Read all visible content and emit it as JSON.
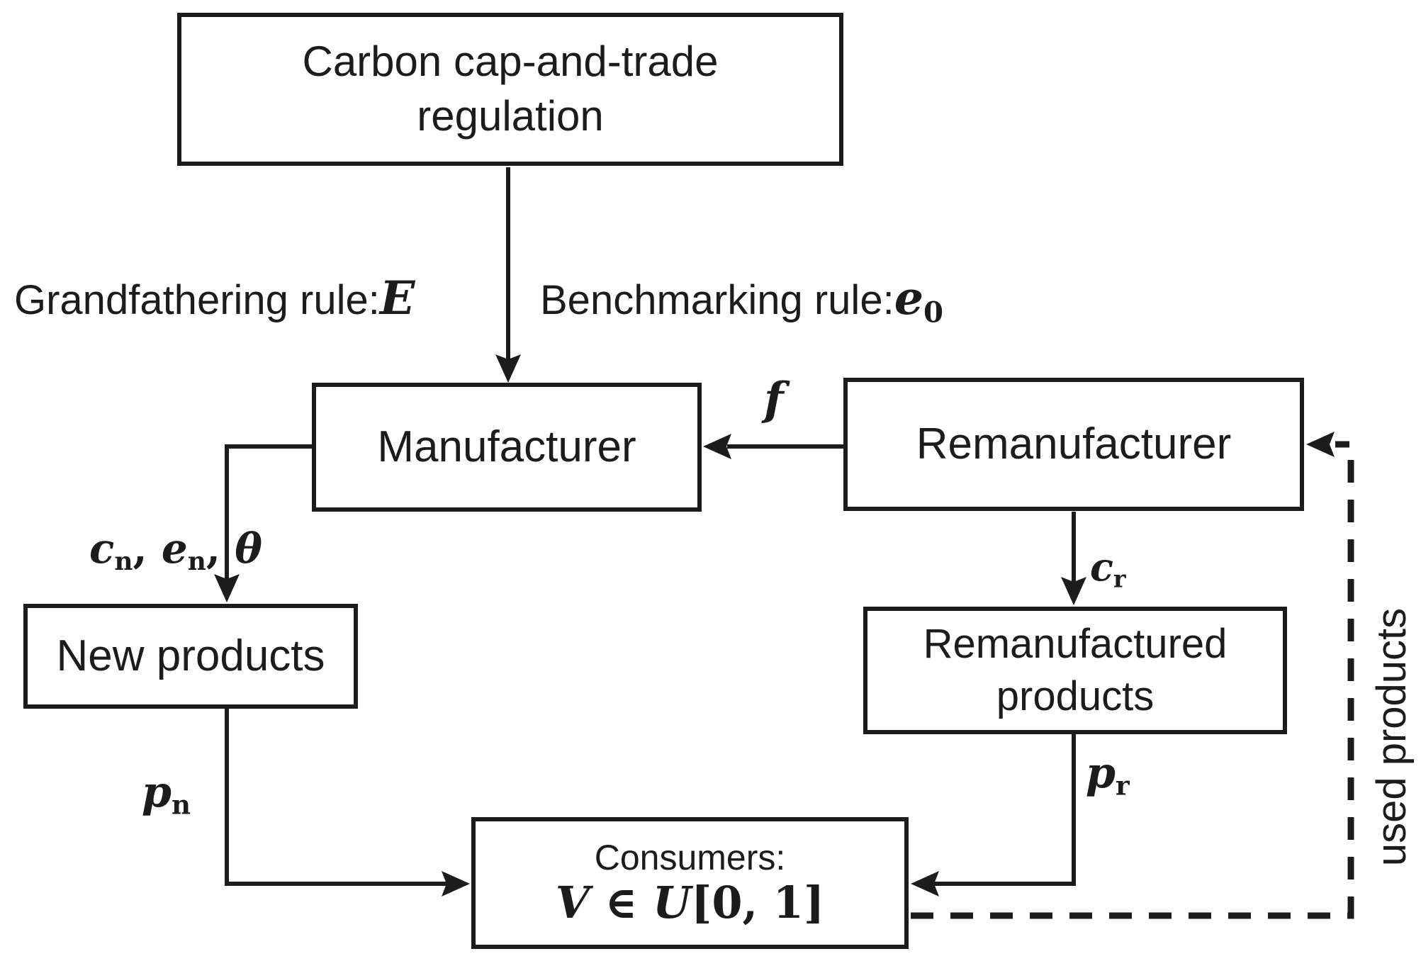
{
  "figure": {
    "title": "Carbon cap-and-trade closed-loop supply chain diagram",
    "nodes": {
      "regulation": {
        "line1": "Carbon cap-and-trade",
        "line2": "regulation"
      },
      "manufacturer": {
        "label": "Manufacturer"
      },
      "remanufacturer": {
        "label": "Remanufacturer"
      },
      "new_products": {
        "label": "New products"
      },
      "reman_products": {
        "line1": "Remanufactured",
        "line2": "products"
      },
      "consumers": {
        "line1": "Consumers:",
        "math": {
          "v": "V",
          "element_of": " ∈ ",
          "u": "U",
          "interval": "[0, 1]"
        }
      }
    },
    "edge_labels": {
      "grandfathering": {
        "text": "Grandfathering rule:",
        "var": "E"
      },
      "benchmarking": {
        "text": "Benchmarking rule:",
        "var": "e",
        "sub": "0"
      },
      "transfer_fee": {
        "var": "f"
      },
      "new_product_attrs": {
        "c": "c",
        "c_sub": "n",
        "sep1": ", ",
        "e": "e",
        "e_sub": "n",
        "sep2": ", ",
        "theta": "θ"
      },
      "reman_cost": {
        "var": "c",
        "sub": "r"
      },
      "new_price": {
        "var": "p",
        "sub": "n"
      },
      "reman_price": {
        "var": "p",
        "sub": "r"
      },
      "used_products": "used products"
    },
    "colors": {
      "ink": "#1c1c1c",
      "background": "#ffffff"
    }
  }
}
